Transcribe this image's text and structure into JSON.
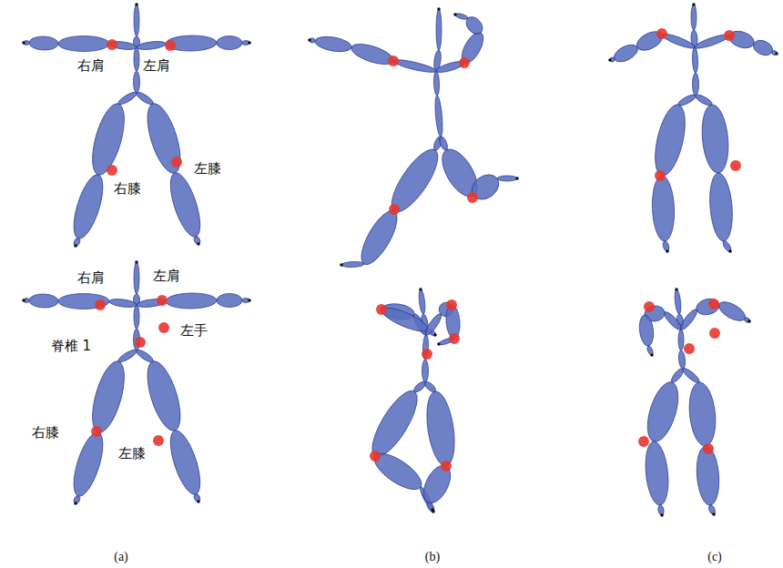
{
  "diagram": {
    "labels": [
      "右肩",
      "左肩",
      "右膝",
      "左膝",
      "右肩",
      "左肩",
      "左手",
      "脊椎 1",
      "右膝",
      "左膝",
      "(a)",
      "(b)",
      "(c)"
    ]
  }
}
